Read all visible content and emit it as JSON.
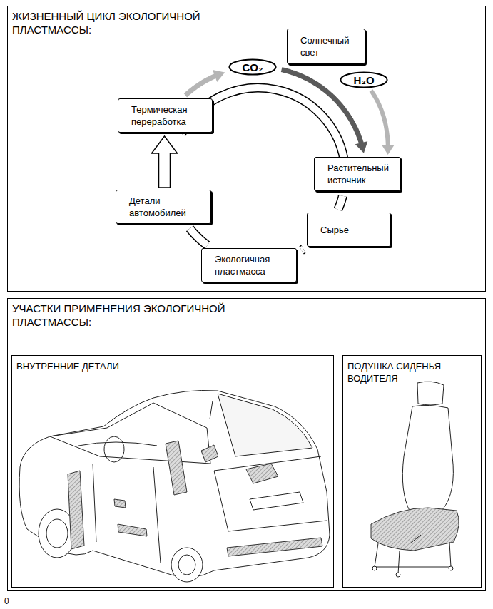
{
  "diagram": {
    "nodes": [
      {
        "text": [
          "ЖИЗНЕННЫЙ ЦИКЛ ЭКОЛОГИЧНОЙ ПЛАСТМАССЫ:"
        ]
      },
      {
        "text": [
          "Солнечный свет"
        ],
        "in": 0
      },
      {
        "text": [
          "CO₂"
        ],
        "in": 0
      },
      {
        "text": [
          "H₂O"
        ],
        "in": 0
      },
      {
        "text": [
          "Термическая переработка"
        ],
        "in": 0
      },
      {
        "text": [
          "Растительный источник"
        ],
        "in": 0
      },
      {
        "text": [
          "Детали автомобилей"
        ],
        "in": 0
      },
      {
        "text": [
          "Сырье"
        ],
        "in": 0
      },
      {
        "text": [
          "Экологичная пластмасса"
        ],
        "in": 0
      },
      {
        "text": [
          "УЧАСТКИ ПРИМЕНЕНИЯ ЭКОЛОГИЧНОЙ ПЛАСТМАССЫ:"
        ]
      },
      {
        "text": [
          "ВНУТРЕННИЕ ДЕТАЛИ"
        ],
        "in": 9
      },
      {
        "text": [
          "ПОДУШКА СИДЕНЬЯ ВОДИТЕЛЯ"
        ],
        "in": 9
      }
    ],
    "edges": [
      {
        "from": 4,
        "to": 2,
        "arrow": "to"
      },
      {
        "from": 2,
        "to": 5,
        "arrow": "to"
      },
      {
        "from": 3,
        "to": 5,
        "arrow": "to"
      },
      {
        "from": 5,
        "to": 7,
        "arrow": "none"
      },
      {
        "from": 7,
        "to": 8,
        "arrow": "none"
      },
      {
        "from": 8,
        "to": 6,
        "arrow": "none"
      },
      {
        "from": 6,
        "to": 4,
        "arrow": "to"
      }
    ],
    "labels": [
      "0"
    ]
  }
}
